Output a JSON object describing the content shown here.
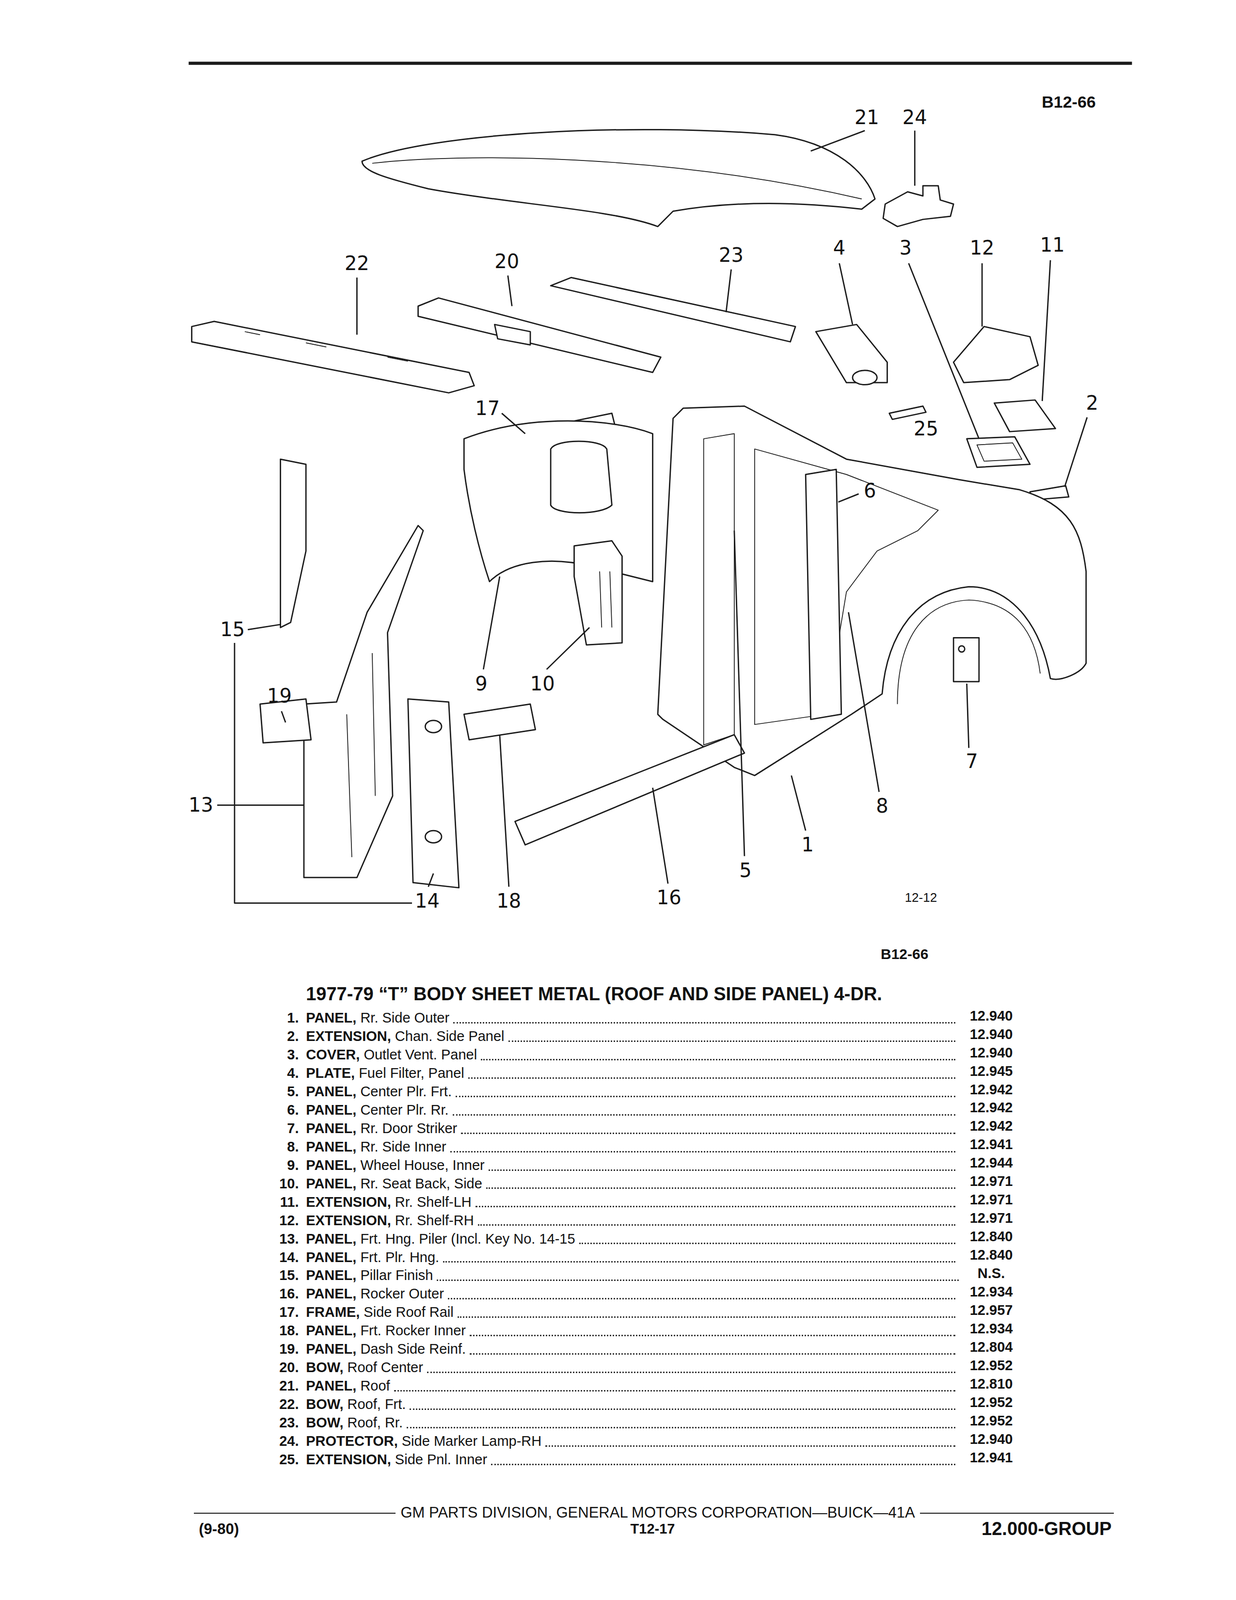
{
  "diagram": {
    "title": "1977-79 “T” BODY SHEET METAL (ROOF AND SIDE PANEL) 4-DR.",
    "labels": [
      "B12-66",
      "21",
      "24",
      "22",
      "20",
      "23",
      "4",
      "3",
      "12",
      "11",
      "2",
      "17",
      "25",
      "6",
      "15",
      "19",
      "9",
      "10",
      "7",
      "13",
      "8",
      "1",
      "5",
      "14",
      "18",
      "16",
      "12-12",
      "B12-66",
      "1.",
      "PANEL,",
      "Rr. Side Outer",
      "12.940",
      "2.",
      "EXTENSION,",
      "Chan. Side Panel",
      "12.940",
      "3.",
      "COVER,",
      "Outlet Vent. Panel",
      "12.940",
      "4.",
      "PLATE,",
      "Fuel Filter, Panel",
      "12.945",
      "5.",
      "PANEL,",
      "Center Plr. Frt.",
      "12.942",
      "6.",
      "PANEL,",
      "Center Plr. Rr.",
      "12.942",
      "7.",
      "PANEL,",
      "Rr. Door Striker",
      "12.942",
      "8.",
      "PANEL,",
      "Rr. Side Inner",
      "12.941",
      "9.",
      "PANEL,",
      "Wheel House, Inner",
      "12.944",
      "10.",
      "PANEL,",
      "Rr. Seat Back, Side",
      "12.971",
      "11.",
      "EXTENSION,",
      "Rr. Shelf-LH",
      "12.971",
      "12.",
      "EXTENSION,",
      "Rr. Shelf-RH",
      "12.971",
      "13.",
      "PANEL,",
      "Frt. Hng. Piler (Incl. Key No. 14-15",
      "12.840",
      "14.",
      "PANEL,",
      "Frt. Plr. Hng.",
      "12.840",
      "15.",
      "PANEL,",
      "Pillar Finish",
      "N.S.",
      "16.",
      "PANEL,",
      "Rocker Outer",
      "12.934",
      "17.",
      "FRAME,",
      "Side Roof Rail",
      "12.957",
      "18.",
      "PANEL,",
      "Frt. Rocker Inner",
      "12.934",
      "19.",
      "PANEL,",
      "Dash Side Reinf.",
      "12.804",
      "20.",
      "BOW,",
      "Roof Center",
      "12.952",
      "21.",
      "PANEL,",
      "Roof",
      "12.810",
      "22.",
      "BOW,",
      "Roof, Frt.",
      "12.952",
      "23.",
      "BOW,",
      "Roof, Rr.",
      "12.952",
      "24.",
      "PROTECTOR,",
      "Side Marker Lamp-RH",
      "12.940",
      "25.",
      "EXTENSION,",
      "Side Pnl. Inner",
      "12.941",
      "GM PARTS DIVISION, GENERAL MOTORS CORPORATION—BUICK—41A",
      "(9-80)",
      "T12-17",
      "12.000-GROUP"
    ]
  }
}
